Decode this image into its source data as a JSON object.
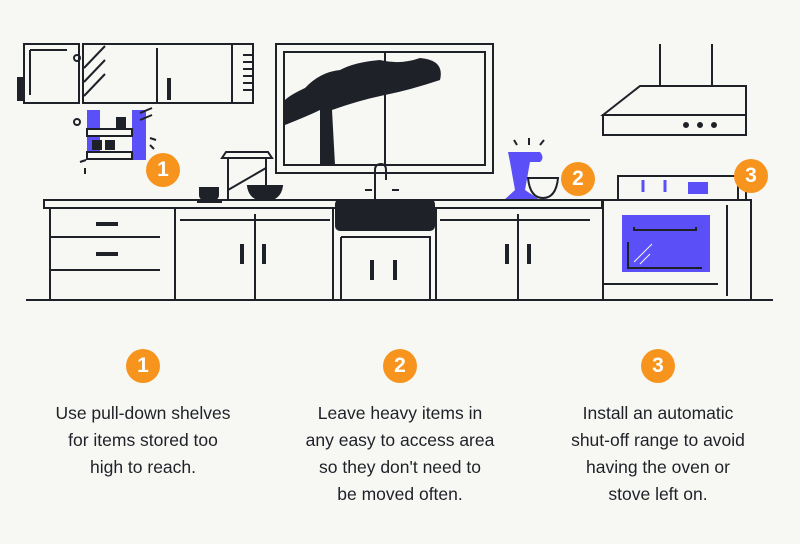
{
  "colors": {
    "background": "#f7f7f3",
    "line": "#1e2128",
    "accent": "#5b50f7",
    "badge": "#f7941d"
  },
  "illustration": {
    "markers": [
      "1",
      "2",
      "3"
    ]
  },
  "tips": [
    {
      "number": "1",
      "lines": [
        "Use pull-down shelves",
        "for items stored too",
        "high to reach."
      ]
    },
    {
      "number": "2",
      "lines": [
        "Leave heavy items in",
        "any easy to access area",
        "so they don't need to",
        "be moved often."
      ]
    },
    {
      "number": "3",
      "lines": [
        "Install an automatic",
        "shut-off range to avoid",
        "having the oven or",
        "stove left on."
      ]
    }
  ]
}
